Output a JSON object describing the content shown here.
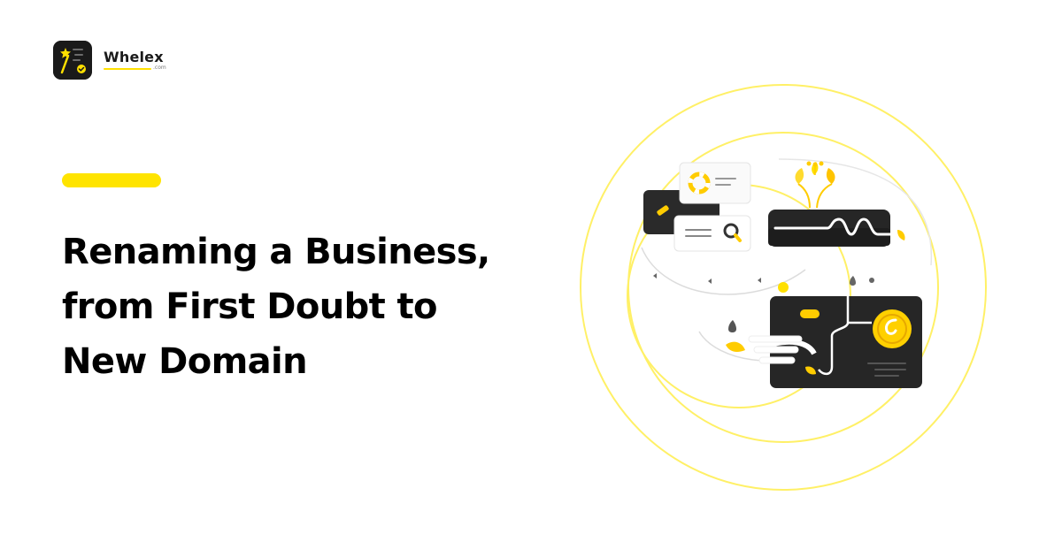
{
  "brand": {
    "name": "Whelex",
    "tld": ".com",
    "logo_icon": "magic-wand-checklist-icon",
    "accent_color": "#FFE400",
    "dark_color": "#1A1A1A"
  },
  "headline": {
    "lines": [
      "Renaming a Business,",
      "from First Doubt to",
      "New Domain"
    ]
  },
  "illustration": {
    "icons": [
      "rings",
      "card-icon",
      "search-icon",
      "lifebuoy-icon",
      "domain-bar-icon",
      "coin-icon",
      "plant-icon"
    ]
  }
}
